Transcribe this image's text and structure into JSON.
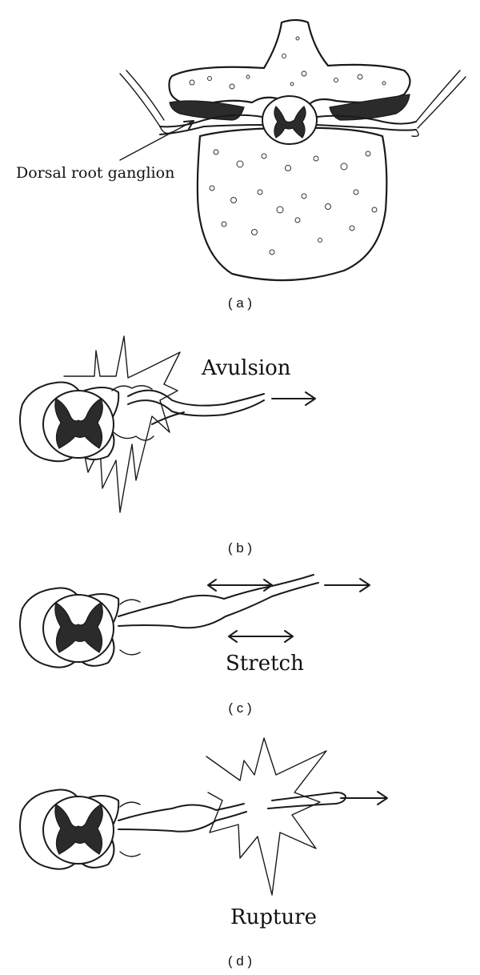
{
  "panels": [
    {
      "id": "a",
      "caption": "( a )",
      "label": "Dorsal root ganglion"
    },
    {
      "id": "b",
      "caption": "( b )",
      "label": "Avulsion"
    },
    {
      "id": "c",
      "caption": "( c )",
      "label": "Stretch"
    },
    {
      "id": "d",
      "caption": "( d )",
      "label": "Rupture"
    }
  ],
  "icons": [
    "arrow-right-icon",
    "arrow-left-icon",
    "burst-icon",
    "vertebra-icon",
    "spinal-cord-icon"
  ]
}
